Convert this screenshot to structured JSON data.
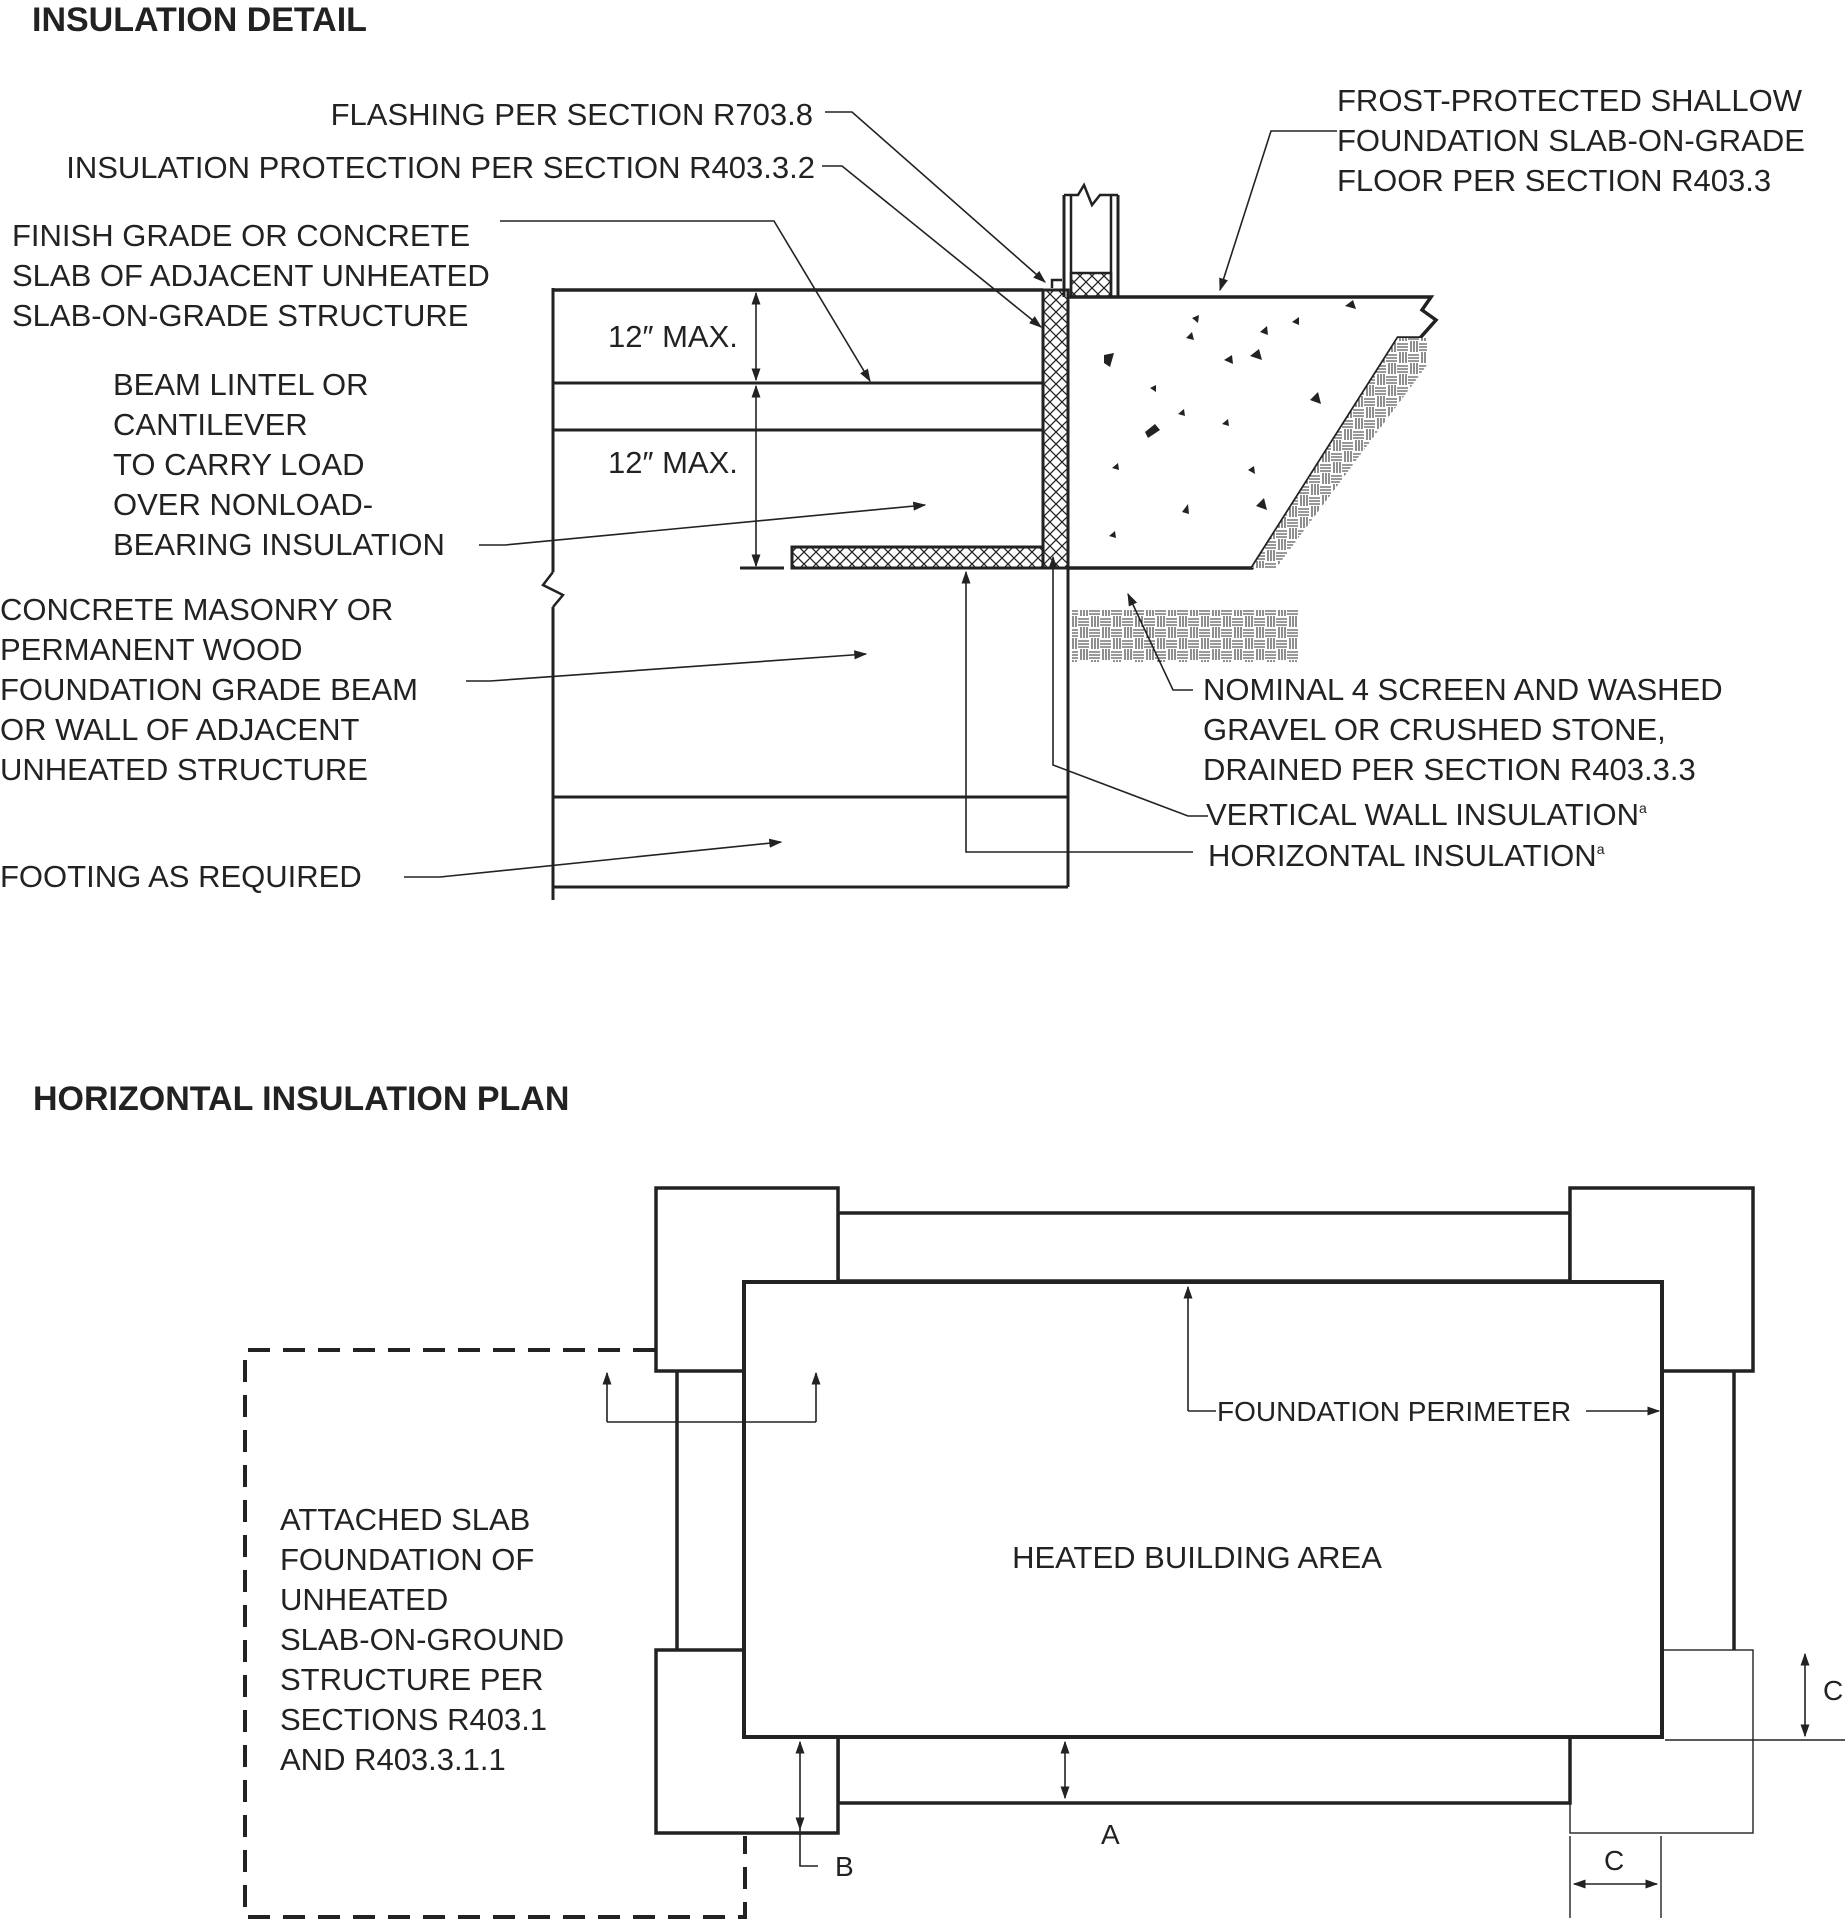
{
  "detail": {
    "title": "INSULATION DETAIL",
    "flashing": "FLASHING PER SECTION R703.8",
    "protection": "INSULATION PROTECTION PER SECTION R403.3.2",
    "finish_grade": [
      "FINISH GRADE OR CONCRETE",
      "SLAB OF ADJACENT UNHEATED",
      "SLAB-ON-GRADE STRUCTURE"
    ],
    "beam_lintel": [
      "BEAM LINTEL OR",
      "CANTILEVER",
      "TO CARRY LOAD",
      "OVER NONLOAD-",
      "BEARING INSULATION"
    ],
    "concrete_masonry": [
      "CONCRETE MASONRY OR",
      "PERMANENT WOOD",
      "FOUNDATION GRADE BEAM",
      "OR WALL OF ADJACENT",
      "UNHEATED STRUCTURE"
    ],
    "footing": "FOOTING AS REQUIRED",
    "frost_protected": [
      "FROST-PROTECTED SHALLOW",
      "FOUNDATION SLAB-ON-GRADE",
      "FLOOR PER SECTION R403.3"
    ],
    "gravel": [
      "NOMINAL 4 SCREEN AND WASHED",
      "GRAVEL OR CRUSHED STONE,",
      "DRAINED PER SECTION R403.3.3"
    ],
    "vertical_insulation": "VERTICAL WALL INSULATION",
    "horizontal_insulation": "HORIZONTAL INSULATION",
    "footnote_mark": "a",
    "dim_upper": "12″ MAX.",
    "dim_lower": "12″ MAX."
  },
  "plan": {
    "title": "HORIZONTAL INSULATION PLAN",
    "attached_slab": [
      "ATTACHED SLAB",
      "FOUNDATION OF",
      "UNHEATED",
      "SLAB-ON-GROUND",
      "STRUCTURE PER",
      "SECTIONS R403.1",
      "AND R403.3.1.1"
    ],
    "heated_area": "HEATED BUILDING AREA",
    "foundation_perimeter": "FOUNDATION PERIMETER",
    "dim_a": "A",
    "dim_b": "B",
    "dim_c_right": "C",
    "dim_c_bottom": "C"
  }
}
